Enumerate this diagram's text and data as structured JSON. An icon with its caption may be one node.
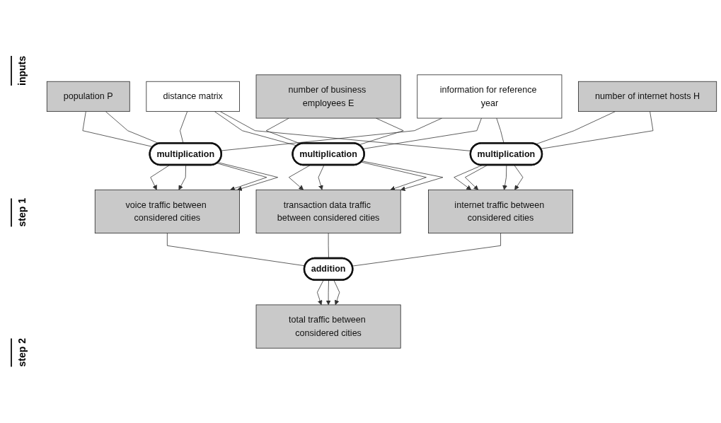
{
  "diagram": {
    "nodes": [
      {
        "text": [
          "distance matrix"
        ]
      },
      {
        "text": [
          "population P"
        ]
      },
      {
        "text": [
          "number of business employees E"
        ]
      },
      {
        "text": [
          "number of internet hosts H"
        ]
      },
      {
        "text": [
          "information for reference year"
        ]
      },
      {
        "text": [
          "multiplication"
        ]
      },
      {
        "text": [
          "multiplication"
        ]
      },
      {
        "text": [
          "multiplication"
        ]
      },
      {
        "text": [
          "voice traffic between considered cities"
        ]
      },
      {
        "text": [
          "transaction data traffic between considered cities"
        ]
      },
      {
        "text": [
          "internet traffic between considered cities"
        ]
      },
      {
        "text": [
          "addition"
        ]
      },
      {
        "text": [
          "total traffic between considered cities"
        ]
      }
    ],
    "edges": [
      {
        "from": 0,
        "to": 5,
        "arrow": "none"
      },
      {
        "from": 1,
        "to": 5,
        "arrow": "none"
      },
      {
        "from": 1,
        "to": 5,
        "arrow": "none"
      },
      {
        "from": 4,
        "to": 5,
        "arrow": "none"
      },
      {
        "from": 0,
        "to": 6,
        "arrow": "none"
      },
      {
        "from": 2,
        "to": 6,
        "arrow": "none"
      },
      {
        "from": 2,
        "to": 6,
        "arrow": "none"
      },
      {
        "from": 4,
        "to": 6,
        "arrow": "none"
      },
      {
        "from": 0,
        "to": 7,
        "arrow": "none"
      },
      {
        "from": 3,
        "to": 7,
        "arrow": "none"
      },
      {
        "from": 3,
        "to": 7,
        "arrow": "none"
      },
      {
        "from": 4,
        "to": 7,
        "arrow": "none"
      },
      {
        "from": 5,
        "to": 8,
        "arrow": "to"
      },
      {
        "from": 5,
        "to": 8,
        "arrow": "to"
      },
      {
        "from": 5,
        "to": 8,
        "arrow": "to"
      },
      {
        "from": 5,
        "to": 8,
        "arrow": "to"
      },
      {
        "from": 6,
        "to": 9,
        "arrow": "to"
      },
      {
        "from": 6,
        "to": 9,
        "arrow": "to"
      },
      {
        "from": 6,
        "to": 9,
        "arrow": "to"
      },
      {
        "from": 6,
        "to": 9,
        "arrow": "to"
      },
      {
        "from": 7,
        "to": 10,
        "arrow": "to"
      },
      {
        "from": 7,
        "to": 10,
        "arrow": "to"
      },
      {
        "from": 7,
        "to": 10,
        "arrow": "to"
      },
      {
        "from": 7,
        "to": 10,
        "arrow": "to"
      },
      {
        "from": 8,
        "to": 11,
        "arrow": "none"
      },
      {
        "from": 9,
        "to": 11,
        "arrow": "none"
      },
      {
        "from": 10,
        "to": 11,
        "arrow": "none"
      },
      {
        "from": 11,
        "to": 12,
        "arrow": "to"
      },
      {
        "from": 11,
        "to": 12,
        "arrow": "to"
      },
      {
        "from": 11,
        "to": 12,
        "arrow": "to"
      }
    ],
    "labels": [
      "inputs",
      "step 1",
      "step 2"
    ]
  }
}
